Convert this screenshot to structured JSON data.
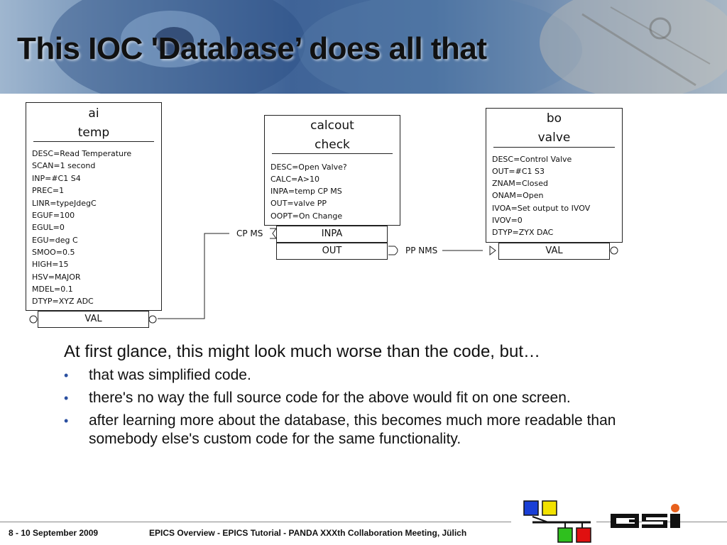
{
  "slide": {
    "title": "This IOC 'Database’ does all that"
  },
  "records": {
    "ai": {
      "type": "ai",
      "name": "temp",
      "fields": [
        "DESC=Read Temperature",
        "SCAN=1 second",
        "INP=#C1 S4",
        "PREC=1",
        "LINR=typeJdegC",
        "EGUF=100",
        "EGUL=0",
        "EGU=deg C",
        "SMOO=0.5",
        "HIGH=15",
        "HSV=MAJOR",
        "MDEL=0.1",
        "DTYP=XYZ ADC"
      ],
      "port": "VAL"
    },
    "calcout": {
      "type": "calcout",
      "name": "check",
      "fields": [
        "DESC=Open Valve?",
        "CALC=A>10",
        "INPA=temp CP MS",
        "OUT=valve PP",
        "OOPT=On Change"
      ],
      "ports": [
        "INPA",
        "OUT"
      ]
    },
    "bo": {
      "type": "bo",
      "name": "valve",
      "fields": [
        "DESC=Control Valve",
        "OUT=#C1 S3",
        "ZNAM=Closed",
        "ONAM=Open",
        "IVOA=Set output to IVOV",
        "IVOV=0",
        "DTYP=ZYX DAC"
      ],
      "port": "VAL"
    }
  },
  "links": {
    "cp_ms": "CP MS",
    "pp_nms": "PP NMS"
  },
  "body": {
    "intro": "At first glance, this might look much worse than the code, but…",
    "bullets": [
      "that was simplified code.",
      "there's no way the full source code for the above would fit on one screen.",
      "after learning more about the database, this becomes much more readable than somebody else's custom code for the same functionality."
    ]
  },
  "footer": {
    "date": "8 - 10 September 2009",
    "title": "EPICS Overview - EPICS Tutorial - PANDA XXXth Collaboration Meeting, Jülich"
  },
  "logos": {
    "network_colors": [
      "#1a3fd6",
      "#f2e200",
      "#2fc01e",
      "#e01010"
    ],
    "gsi_accent": "#e8601c"
  }
}
